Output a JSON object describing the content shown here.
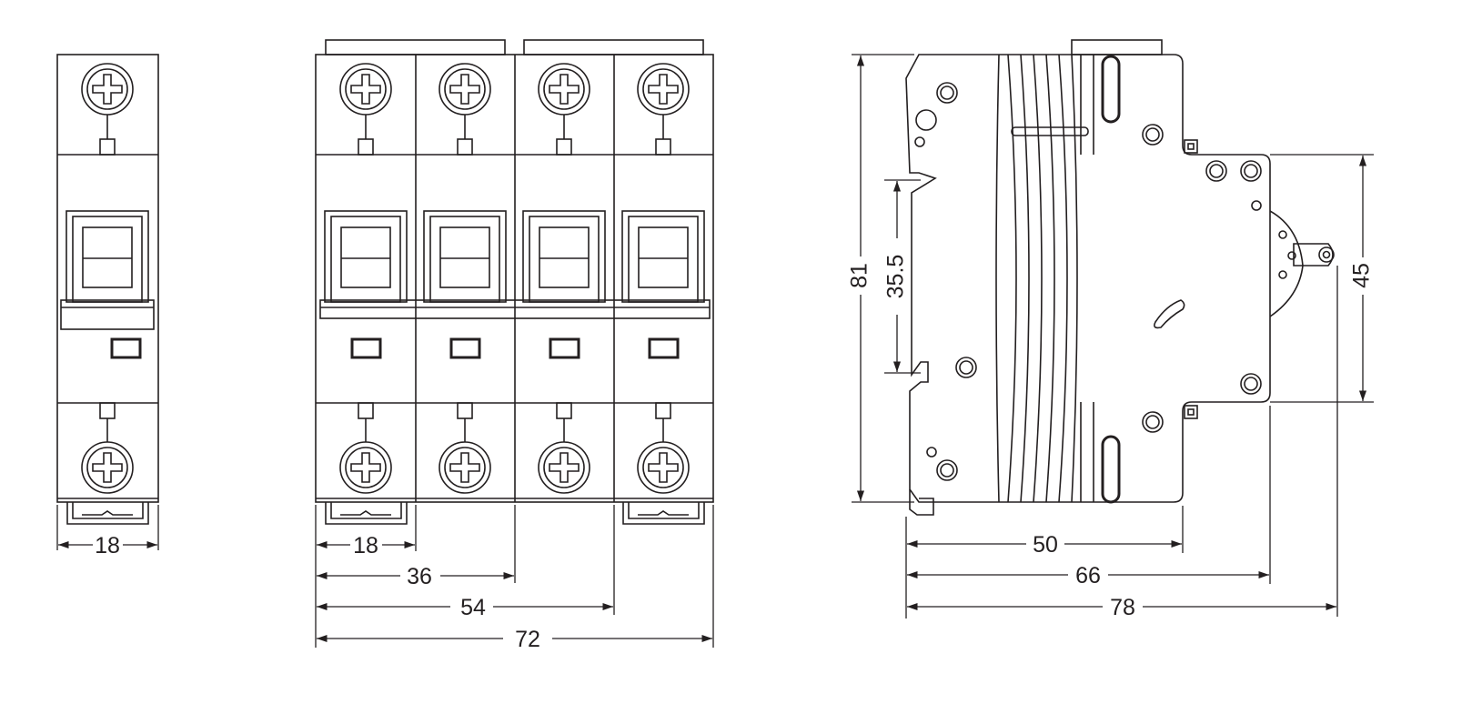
{
  "drawing": {
    "front_1p": {
      "width_label": "18"
    },
    "front_4p": {
      "dim_labels": [
        "18",
        "36",
        "54",
        "72"
      ]
    },
    "side": {
      "height_total": "81",
      "rail_height": "35.5",
      "front_height": "45",
      "depth_labels": [
        "50",
        "66",
        "78"
      ]
    }
  },
  "colors": {
    "line": "#231f20",
    "background": "#ffffff"
  }
}
